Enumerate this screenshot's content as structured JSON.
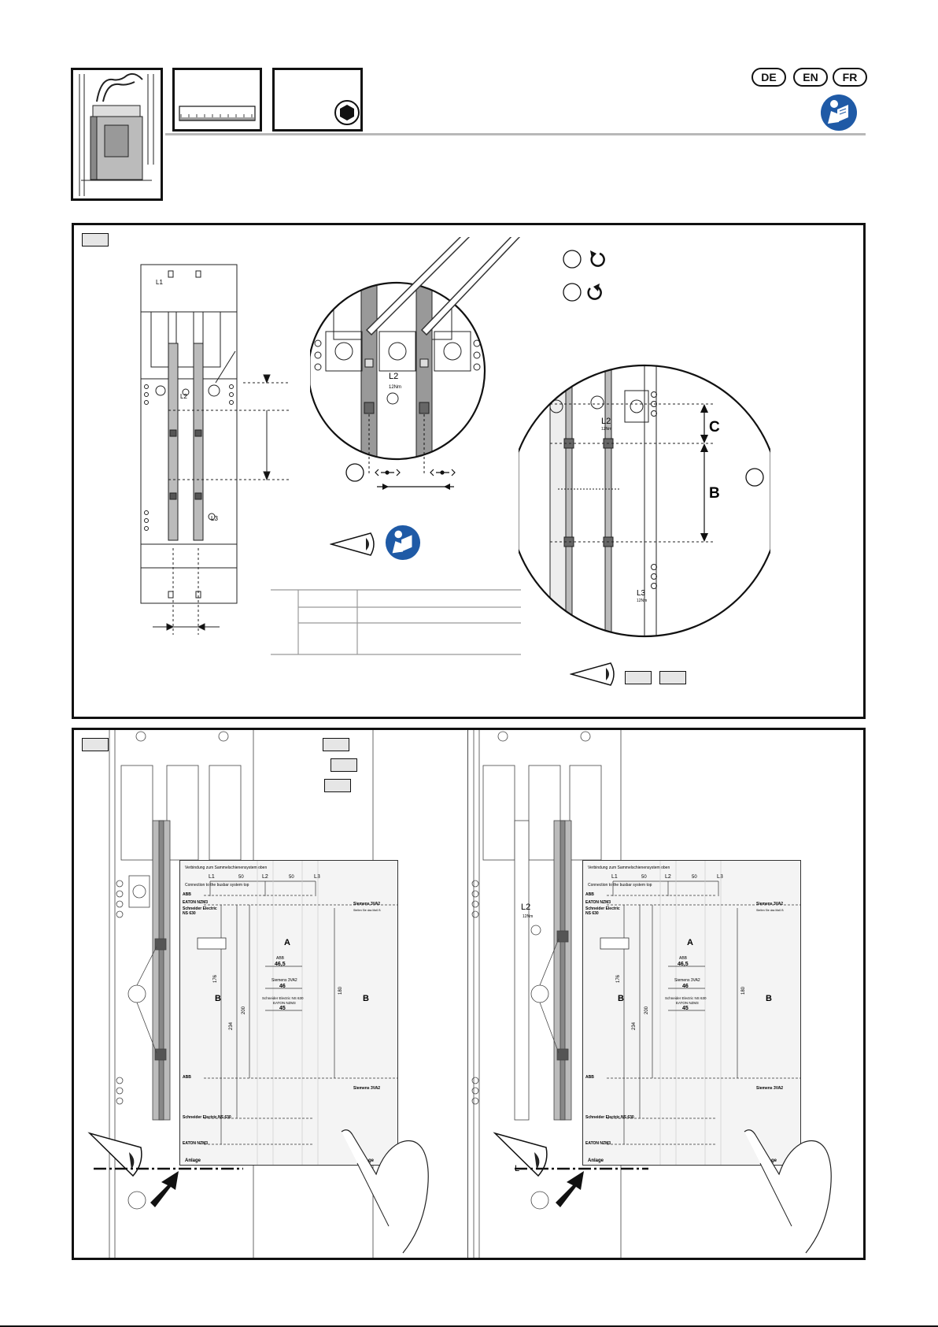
{
  "header": {
    "languages": [
      "DE",
      "EN",
      "FR"
    ],
    "torque_note": "12Nm"
  },
  "panel1": {
    "labels": {
      "phase_l1": "L1",
      "phase_l2": "L2",
      "phase_l3": "L3",
      "torque": "12Nm",
      "dim_c": "C",
      "dim_b": "B"
    }
  },
  "panel2": {
    "gauge_title_de": "Verbindung zum Sammelschienensystem oben",
    "gauge_title_en": "Connection to the busbar system top",
    "phases": [
      "L1",
      "L2",
      "L3"
    ],
    "spacing": [
      "50",
      "50"
    ],
    "brands_left": [
      "ABB",
      "EATON NZM3",
      "Schneider Electric",
      "NS 630"
    ],
    "brand_right": "Siemens 3VA2",
    "brand_right_note": "Stellen Sie das Maß B",
    "area_a": "A",
    "area_b": "B",
    "dims": {
      "abb_label": "ABB",
      "abb_value": "46,5",
      "siemens_label": "Siemens 3VA2",
      "siemens_value": "46",
      "schneider_label": "Schneider Electric NS 630",
      "eaton_label": "EATON NZM3",
      "schneider_eaton_value": "45",
      "v176": "176",
      "v200": "200",
      "v234": "234",
      "v180": "180"
    },
    "bottom_labels": {
      "abb": "ABB",
      "siemens": "Siemens 3VA2",
      "schneider": "Schneider Electric NS 630",
      "eaton": "EATON NZM3"
    },
    "anlage": "Anlage",
    "left_l": "L",
    "left_l2": "L2",
    "left_torque": "12Nm"
  }
}
